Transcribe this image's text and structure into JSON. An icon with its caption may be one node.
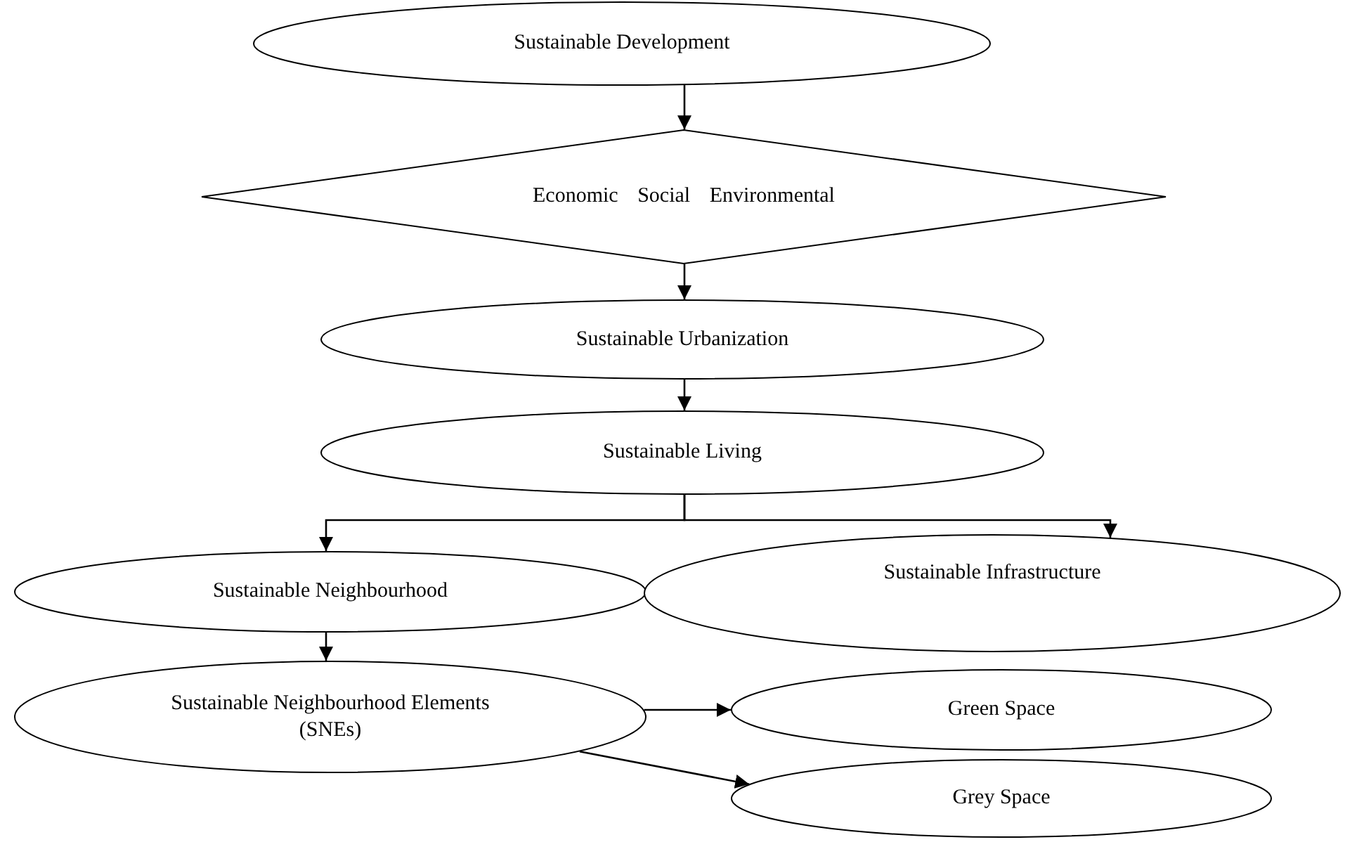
{
  "diagram": {
    "nodes": [
      {
        "text": [
          "Sustainable Development"
        ]
      },
      {
        "text": [
          "Economic Social Environmental"
        ]
      },
      {
        "text": [
          "Sustainable Urbanization"
        ]
      },
      {
        "text": [
          "Sustainable Living"
        ]
      },
      {
        "text": [
          "Sustainable Neighbourhood"
        ]
      },
      {
        "text": [
          "Sustainable Infrastructure"
        ]
      },
      {
        "text": [
          "Sustainable Neighbourhood Elements (SNEs)"
        ]
      },
      {
        "text": [
          "Green Space"
        ]
      },
      {
        "text": [
          "Grey Space"
        ]
      }
    ],
    "edges": [
      {
        "from": 0,
        "to": 1,
        "arrow": "to"
      },
      {
        "from": 1,
        "to": 2,
        "arrow": "to"
      },
      {
        "from": 2,
        "to": 3,
        "arrow": "to"
      },
      {
        "from": 3,
        "to": 4,
        "arrow": "to"
      },
      {
        "from": 3,
        "to": 5,
        "arrow": "to"
      },
      {
        "from": 4,
        "to": 6,
        "arrow": "to"
      },
      {
        "from": 6,
        "to": 7,
        "arrow": "to"
      },
      {
        "from": 6,
        "to": 8,
        "arrow": "to"
      }
    ]
  }
}
